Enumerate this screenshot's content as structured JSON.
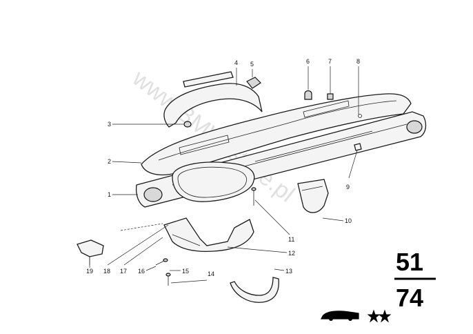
{
  "diagram": {
    "watermark": "www.BMW-store.pl",
    "group_number_top": "51",
    "group_number_bottom": "74",
    "callouts": [
      {
        "id": "1",
        "label": "1"
      },
      {
        "id": "2",
        "label": "2"
      },
      {
        "id": "3",
        "label": "3"
      },
      {
        "id": "4",
        "label": "4"
      },
      {
        "id": "5",
        "label": "5"
      },
      {
        "id": "6",
        "label": "6"
      },
      {
        "id": "7",
        "label": "7"
      },
      {
        "id": "8",
        "label": "8"
      },
      {
        "id": "9",
        "label": "9"
      },
      {
        "id": "10",
        "label": "10"
      },
      {
        "id": "11",
        "label": "11"
      },
      {
        "id": "12",
        "label": "12"
      },
      {
        "id": "13",
        "label": "13"
      },
      {
        "id": "14",
        "label": "14"
      },
      {
        "id": "15",
        "label": "15"
      },
      {
        "id": "16",
        "label": "16"
      },
      {
        "id": "17",
        "label": "17"
      },
      {
        "id": "18",
        "label": "18"
      },
      {
        "id": "19",
        "label": "19"
      }
    ],
    "legend_icons": [
      "car-model-icon",
      "star-icon",
      "star-icon"
    ]
  }
}
